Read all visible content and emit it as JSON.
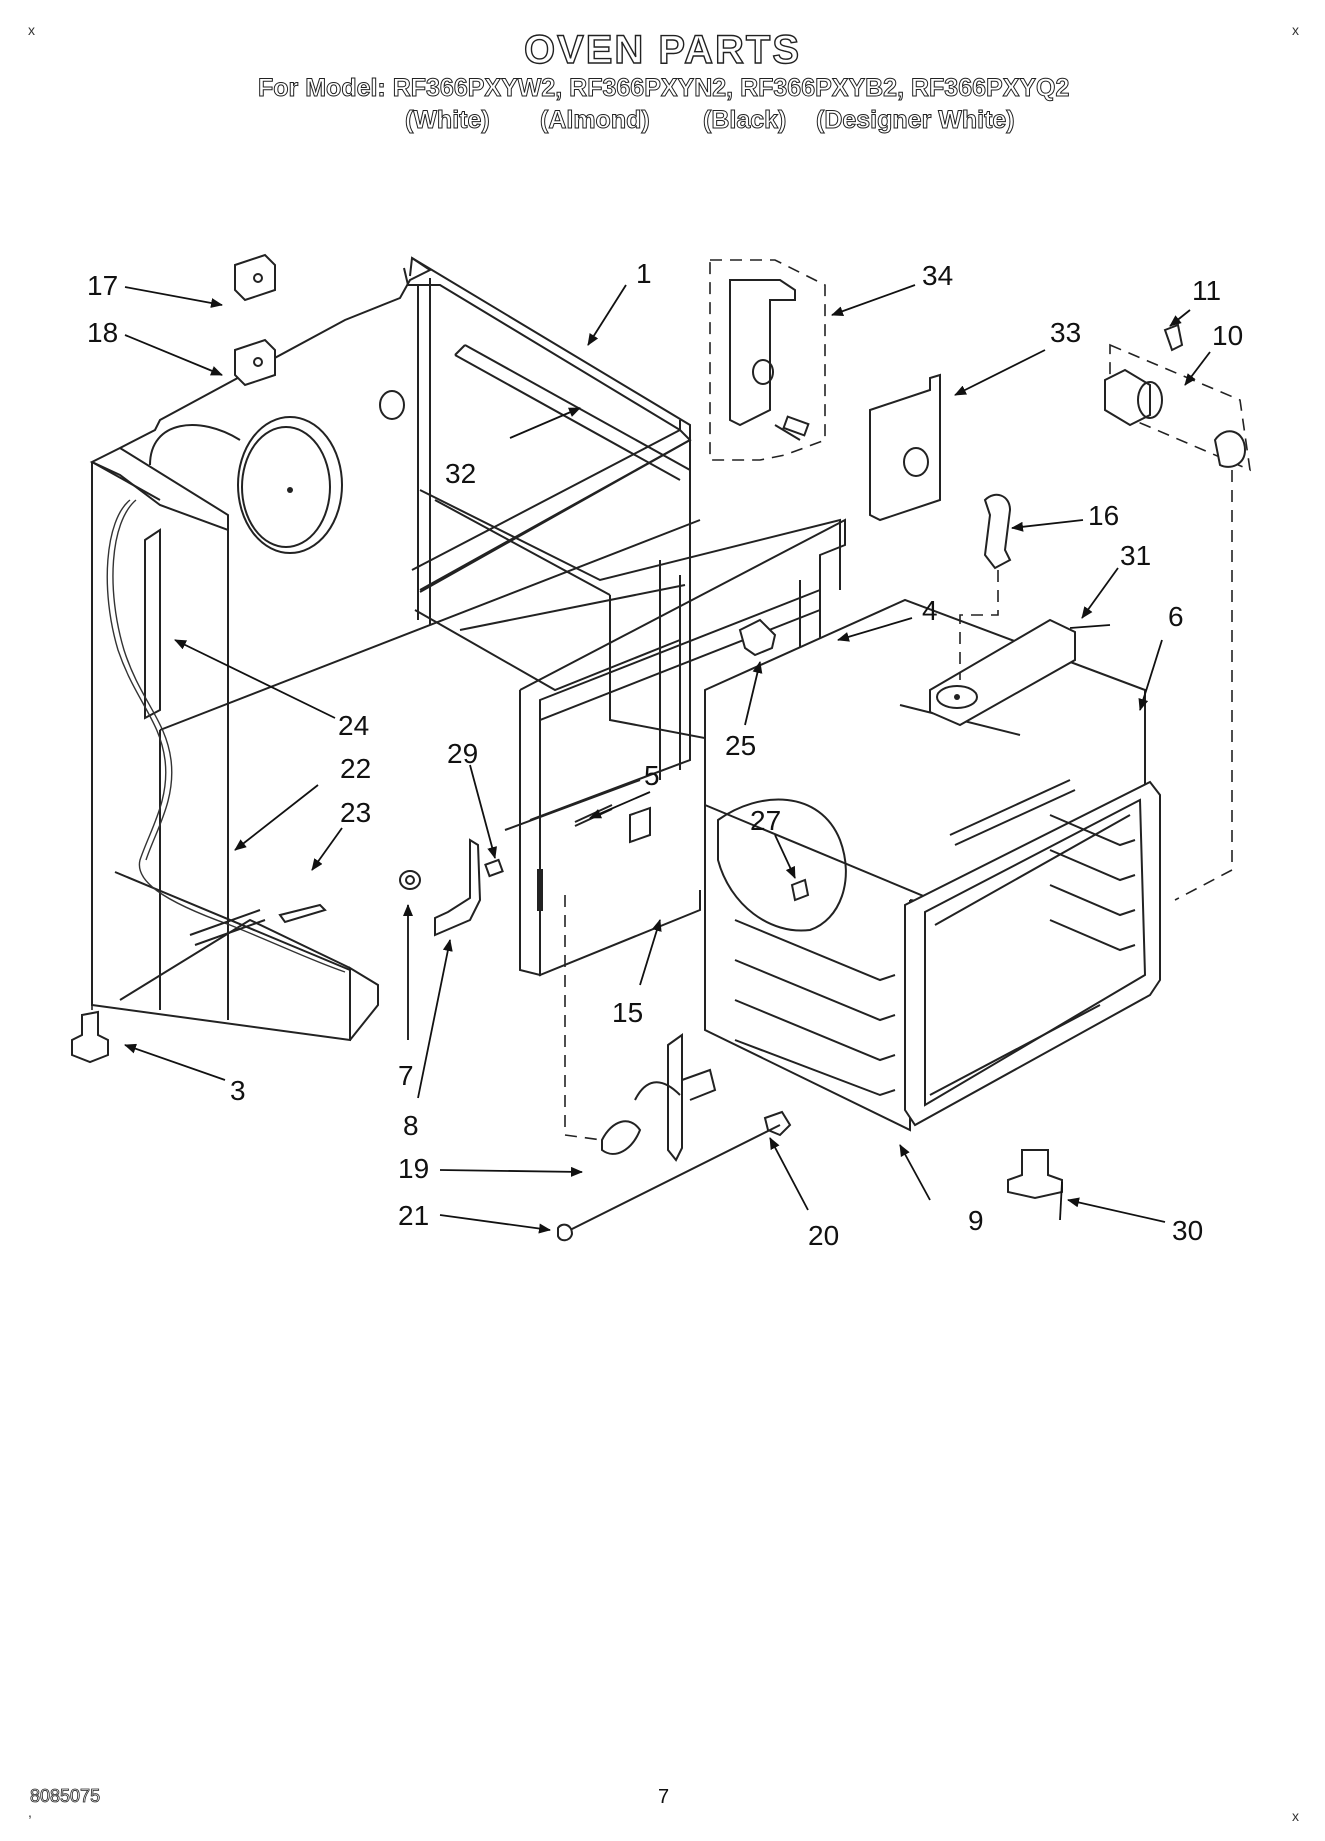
{
  "header": {
    "title": "OVEN PARTS",
    "models": "For Model: RF366PXYW2, RF366PXYN2, RF366PXYB2, RF366PXYQ2",
    "color_white": "(White)",
    "color_almond": "(Almond)",
    "color_black": "(Black)",
    "color_designer": "(Designer White)"
  },
  "parts": [
    "1",
    "3",
    "4",
    "5",
    "6",
    "7",
    "8",
    "9",
    "10",
    "11",
    "15",
    "16",
    "17",
    "18",
    "19",
    "20",
    "21",
    "22",
    "23",
    "24",
    "25",
    "27",
    "29",
    "30",
    "31",
    "32",
    "33",
    "34"
  ],
  "footer": {
    "doc_number": "8085075",
    "page": "7"
  },
  "corner_marks": {
    "tl": "x",
    "tr": "x",
    "br": "x",
    "bl": ","
  }
}
